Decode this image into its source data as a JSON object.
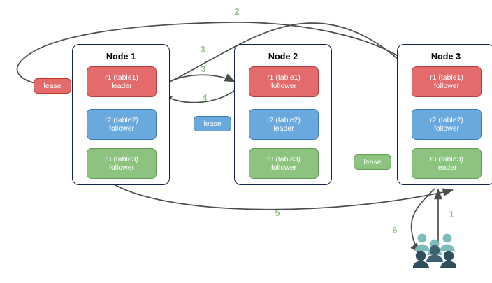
{
  "diagram": {
    "title": "",
    "colors": {
      "red": "#e46b6b",
      "red_border": "#b63f3f",
      "blue": "#6aa9dd",
      "blue_border": "#3a7ab5",
      "green": "#8cc47f",
      "green_border": "#5f9b55",
      "node_border": "#15224a",
      "arrow": "#4d4d4d",
      "label_green": "#8cc47f"
    },
    "nodes": [
      {
        "id": "node-1",
        "title": "Node 1",
        "replicas": [
          {
            "id": "n1-r1",
            "line1": "r1 (table1)",
            "line2": "leader",
            "color": "red"
          },
          {
            "id": "n1-r2",
            "line1": "r2 (table2)",
            "line2": "follower",
            "color": "blue"
          },
          {
            "id": "n1-r3",
            "line1": "r3 (table3)",
            "line2": "follower",
            "color": "green"
          }
        ]
      },
      {
        "id": "node-2",
        "title": "Node 2",
        "replicas": [
          {
            "id": "n2-r1",
            "line1": "r1 (table1)",
            "line2": "follower",
            "color": "red"
          },
          {
            "id": "n2-r2",
            "line1": "r2 (table2)",
            "line2": "leader",
            "color": "blue"
          },
          {
            "id": "n2-r3",
            "line1": "r3 (table3)",
            "line2": "follower",
            "color": "green"
          }
        ]
      },
      {
        "id": "node-3",
        "title": "Node 3",
        "replicas": [
          {
            "id": "n3-r1",
            "line1": "r1 (table1)",
            "line2": "follower",
            "color": "red"
          },
          {
            "id": "n3-r2",
            "line1": "r2 (table2)",
            "line2": "follower",
            "color": "blue"
          },
          {
            "id": "n3-r3",
            "line1": "r3 (table3)",
            "line2": "leader",
            "color": "green"
          }
        ]
      }
    ],
    "leases": [
      {
        "id": "lease-red",
        "label": "lease",
        "color": "red"
      },
      {
        "id": "lease-blue",
        "label": "lease",
        "color": "blue"
      },
      {
        "id": "lease-green",
        "label": "lease",
        "color": "green"
      }
    ],
    "edge_labels": [
      {
        "id": "edge-label-2",
        "text": "2"
      },
      {
        "id": "edge-label-3a",
        "text": "3"
      },
      {
        "id": "edge-label-3b",
        "text": "3"
      },
      {
        "id": "edge-label-4",
        "text": "4"
      },
      {
        "id": "edge-label-5",
        "text": "5"
      },
      {
        "id": "edge-label-1",
        "text": "1"
      },
      {
        "id": "edge-label-6",
        "text": "6"
      }
    ],
    "actor": {
      "id": "users-icon",
      "name": "users-group-icon"
    }
  }
}
